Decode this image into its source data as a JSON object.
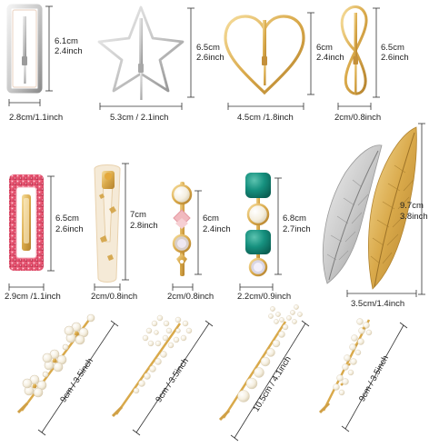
{
  "colors": {
    "gold": "#d9a94a",
    "gold_light": "#f2d58f",
    "silver": "#c9c9c9",
    "silver_dark": "#8e8e8e",
    "pink_glitter": "#e4506d",
    "teal": "#16917f",
    "pearl": "#f5efe0",
    "pink_quartz": "#f1b9bf",
    "dimension_line": "#333333"
  },
  "items": [
    {
      "icon": "rectangle-hairpin-icon",
      "height": "6.1cm",
      "height_in": "2.4inch",
      "width": "2.8cm/1.1inch"
    },
    {
      "icon": "star-hairpin-icon",
      "height": "6.5cm",
      "height_in": "2.6inch",
      "width": "5.3cm / 2.1inch"
    },
    {
      "icon": "heart-hairpin-icon",
      "height": "6cm",
      "height_in": "2.4inch",
      "width": "4.5cm /1.8inch"
    },
    {
      "icon": "infinity-hairpin-icon",
      "height": "6.5cm",
      "height_in": "2.6inch",
      "width": "2cm/0.8inch"
    },
    {
      "icon": "pink-glitter-clip-icon",
      "height": "6.5cm",
      "height_in": "2.6inch",
      "width": "2.9cm /1.1inch"
    },
    {
      "icon": "gold-flake-snap-clip-icon",
      "height": "7cm",
      "height_in": "2.8inch",
      "width": "2cm/0.8inch"
    },
    {
      "icon": "pink-stone-pearl-clip-icon",
      "height": "6cm",
      "height_in": "2.4inch",
      "width": "2cm/0.8inch"
    },
    {
      "icon": "teal-stone-clip-icon",
      "height": "6.8cm",
      "height_in": "2.7inch",
      "width": "2.2cm/0.9inch"
    },
    {
      "icon": "feather-clip-icon",
      "height": "9.7cm",
      "height_in": "3.8inch",
      "width": "3.5cm/1.4inch"
    },
    {
      "icon": "pearl-flower-pin-icon",
      "length": "9cm / 3.5inch"
    },
    {
      "icon": "pearl-bow-pin-icon",
      "length": "9cm / 3.5inch"
    },
    {
      "icon": "pearl-mermaid-tail-pin-icon",
      "length": "10.5cm / 4.1inch"
    },
    {
      "icon": "pearl-cluster-pin-icon",
      "length": "9cm / 3.5inch"
    }
  ]
}
